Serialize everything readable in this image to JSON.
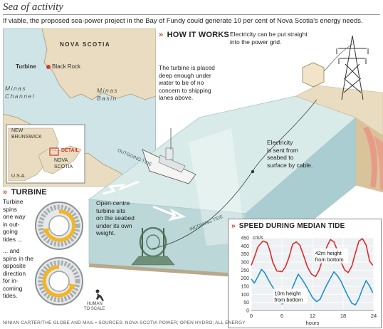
{
  "header": {
    "title": "Sea of activity",
    "subtitle": "If viable, the proposed sea-power project in the Bay of Fundy could generate 10 per cent of Nova Scotia's energy needs."
  },
  "map": {
    "region_label": "NOVA SCOTIA",
    "turbine_label": "Turbine",
    "site_label": "Black Rock",
    "channel_label_1": "Minas",
    "channel_label_2": "Channel",
    "basin_label_1": "Minas",
    "basin_label_2": "Basin",
    "inset": {
      "nb_label_1": "NEW",
      "nb_label_2": "BRUNSWICK",
      "detail_label": "DETAIL",
      "ns_label_1": "NOVA",
      "ns_label_2": "SCOTIA",
      "usa_label": "U.S.A."
    }
  },
  "how_it_works": {
    "heading": "HOW IT WORKS",
    "grid_note_1": "Electricity can be put straight",
    "grid_note_2": "into the power grid.",
    "depth_note_1": "The turbine is placed",
    "depth_note_2": "deep enough under",
    "depth_note_3": "water to be of no",
    "depth_note_4": "concern to shipping",
    "depth_note_5": "lanes above.",
    "cable_note_1": "Electricity",
    "cable_note_2": "is sent from",
    "cable_note_3": "seabed to",
    "cable_note_4": "surface by cable.",
    "outgoing_tide": "OUTGOING TIDE",
    "incoming_tide": "INCOMING TIDE",
    "seabed_note_1": "Open-centre",
    "seabed_note_2": "turbine sits",
    "seabed_note_3": "on the seabed",
    "seabed_note_4": "under its own",
    "seabed_note_5": "weight."
  },
  "turbine": {
    "heading": "TURBINE",
    "out_note_1": "Turbine",
    "out_note_2": "spins",
    "out_note_3": "one way",
    "out_note_4": "in out-",
    "out_note_5": "going",
    "out_note_6": "tides ...",
    "in_note_1": "... and",
    "in_note_2": "spins in the",
    "in_note_3": "opposite",
    "in_note_4": "direction",
    "in_note_5": "for in-",
    "in_note_6": "coming",
    "in_note_7": "tides.",
    "scale_label_1": "HUMAN",
    "scale_label_2": "TO SCALE"
  },
  "colors": {
    "accent_red": "#d23a2a",
    "series_high": "#e0292b",
    "series_low": "#1f8fd0",
    "sea": "#cfe4e6",
    "land": "#e9dcc0",
    "strata_red": "#e89a88",
    "chart_bg": "#eef1f3"
  },
  "chart_data": {
    "type": "line",
    "title": "SPEED DURING MEDIAN TIDE",
    "unit_label": "cm/s",
    "xlabel": "hours",
    "ylabel": "",
    "xlim": [
      0,
      24
    ],
    "ylim": [
      0,
      450
    ],
    "xticks": [
      0,
      6,
      12,
      18,
      24
    ],
    "yticks": [
      0,
      50,
      100,
      150,
      200,
      250,
      300,
      350,
      400,
      450
    ],
    "grid": true,
    "series": [
      {
        "name": "42m height from bottom",
        "label_1": "42m height",
        "label_2": "from bottom",
        "color": "#e0292b",
        "x": [
          0,
          0.6,
          1.3,
          2.3,
          3.1,
          3.6,
          4.2,
          5.0,
          6.0,
          6.7,
          7.4,
          8.1,
          8.8,
          9.5,
          10.2,
          11.0,
          11.8,
          12.6,
          13.3,
          14.1,
          14.8,
          15.5,
          16.2,
          16.9,
          17.6,
          18.3,
          19.0,
          19.7,
          20.4,
          21.1,
          21.8,
          22.5,
          23.2,
          23.8
        ],
        "y": [
          280,
          330,
          395,
          430,
          420,
          375,
          300,
          245,
          240,
          270,
          330,
          410,
          425,
          405,
          345,
          270,
          225,
          210,
          250,
          330,
          395,
          440,
          425,
          370,
          300,
          250,
          235,
          275,
          355,
          430,
          445,
          405,
          305,
          280
        ]
      },
      {
        "name": "10m height from bottom",
        "label_1": "10m height",
        "label_2": "from bottom",
        "color": "#1f8fd0",
        "x": [
          0,
          0.6,
          1.3,
          2.0,
          2.6,
          3.2,
          3.8,
          4.5,
          5.2,
          6.0,
          6.7,
          7.4,
          8.0,
          8.6,
          9.2,
          9.9,
          10.6,
          11.3,
          12.0,
          12.8,
          13.5,
          14.2,
          14.9,
          15.6,
          16.2,
          16.9,
          17.6,
          18.3,
          19.0,
          19.7,
          20.4,
          21.1,
          21.8,
          22.5,
          23.2,
          23.8
        ],
        "y": [
          195,
          170,
          210,
          255,
          235,
          200,
          165,
          130,
          80,
          40,
          50,
          95,
          135,
          180,
          225,
          195,
          160,
          120,
          80,
          55,
          70,
          120,
          165,
          205,
          240,
          215,
          180,
          130,
          85,
          45,
          35,
          75,
          135,
          185,
          150,
          110
        ]
      }
    ]
  },
  "credit": "NINIAN CARTER/THE GLOBE AND MAIL  •  SOURCES: NOVA SCOTIA POWER; OPEN HYDRO; ALL ENERGY"
}
